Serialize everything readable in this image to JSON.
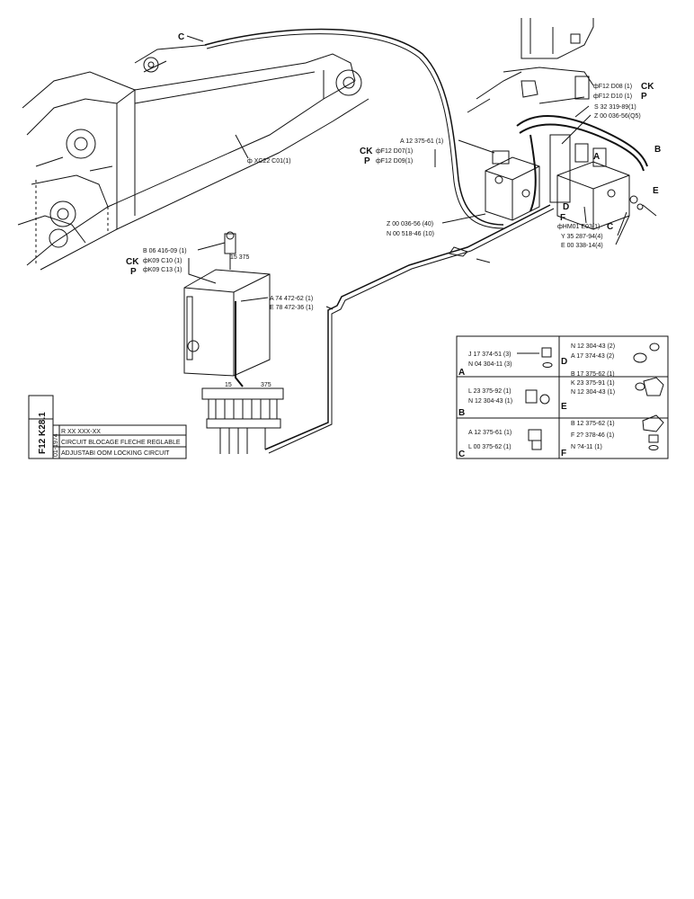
{
  "diagram": {
    "callouts": {
      "c_top": "C",
      "a_right": "A",
      "b_right": "B",
      "d_right": "D",
      "e_right": "E",
      "f_right": "F",
      "c_right": "C"
    },
    "labels": {
      "xc22": "ф XC22 C01(1)",
      "f12_d08": "фF12 D08 (1)",
      "ck_top": "CK",
      "f12_d10": "фF12 D10 (1)",
      "p_top": "P",
      "s32": "S 32 319-89(1)",
      "z00_q5": "Z 00 036-56(Q5)",
      "a12_375": "A 12 375-61 (1)",
      "ck_mid": "CK",
      "f12_d07": "фF12 D07(1)",
      "p_mid": "P",
      "f12_d09": "фF12 D09(1)",
      "hm01": "фHM01 E03(1)",
      "y35": "Y 35 287-94(4)",
      "e00_338": "E 00 338-14(4)",
      "z00_40": "Z 00 036-56 (40)",
      "n00_518": "N 00 518-46 (10)",
      "b06": "B 06 416-09 (1)",
      "ck_low": "CK",
      "k09_c10": "фK09 C10 (1)",
      "p_low": "P",
      "k09_c13": "фK09 C13 (1)",
      "a74": "A 74 472-62 (1)",
      "e78": "E 78 472-36 (1)",
      "num_15_375": "15  375",
      "num_15": "15",
      "num_375": "375"
    },
    "legend": {
      "cells": [
        {
          "letter": "A",
          "line1": "J 17 374-51 (3)",
          "line2": "N 04 304-11 (3)"
        },
        {
          "letter": "B",
          "line1": "L 23 375-92 (1)",
          "line2": "N 12 304-43 (1)"
        },
        {
          "letter": "C",
          "line1": "A 12 375-61 (1)",
          "line2": "L 00 375-62 (1)"
        },
        {
          "letter": "D",
          "line1": "N 12 304-43 (2)",
          "line2": "A 17 374-43 (2)"
        },
        {
          "letter": "E",
          "line1": "B 17 375-62 (1)",
          "line2": "K 23 375-91 (1)",
          "line3": "N 12 304-43 (1)"
        },
        {
          "letter": "F",
          "line1": "B 12 375-62 (1)",
          "line2": "F 2? 378-46 (1)",
          "line3": "N     ?4-11 (1)"
        }
      ]
    },
    "title_block": {
      "code_vertical": "F12 K28.1",
      "small_vertical": "01-1974",
      "ref_code": "R XX XXX-XX",
      "title_fr": "CIRCUIT BLOCAGE FLECHE REGLABLE",
      "title_en": "ADJUSTABI      OOM LOCKING CIRCUIT"
    }
  }
}
